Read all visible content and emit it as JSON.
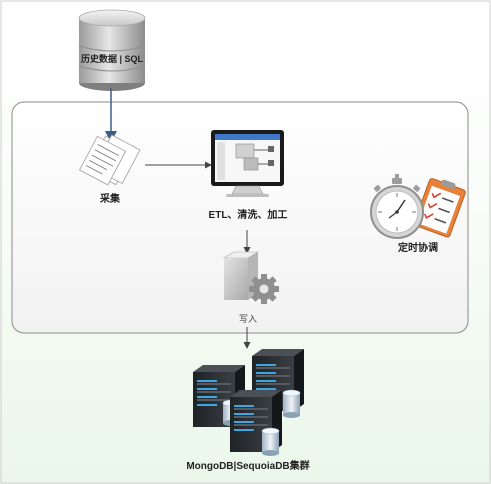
{
  "nodes": {
    "source": {
      "label": "历史数据 | SQL",
      "icon": "database-cylinder-icon"
    },
    "collect": {
      "label": "采集",
      "icon": "documents-stack-icon"
    },
    "etl": {
      "label": "ETL、清洗、加工",
      "icon": "monitor-icon"
    },
    "scheduler": {
      "label": "定时协调",
      "icon": "stopwatch-checklist-icon"
    },
    "write": {
      "label": "写入",
      "icon": "server-gear-icon"
    },
    "cluster": {
      "label": "MongoDB|SequoiaDB集群",
      "icon": "server-rack-cluster-icon"
    }
  },
  "colors": {
    "arrow_blue": "#3d5f86",
    "arrow_gray": "#444444",
    "panel_border": "#8a8a8a",
    "server_dark": "#2b2f33",
    "server_led": "#3ea7e0"
  }
}
